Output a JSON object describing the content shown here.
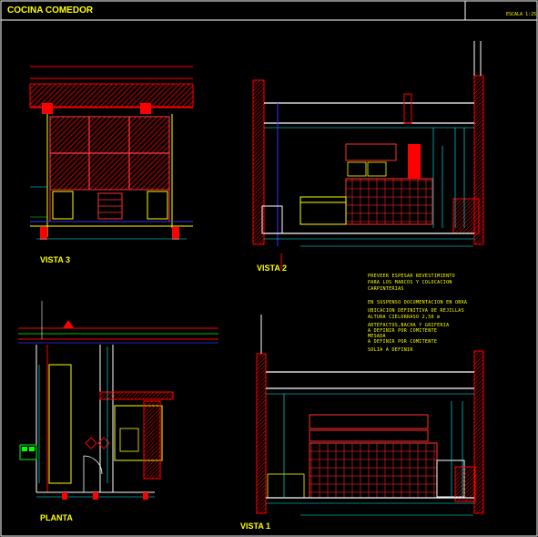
{
  "header": {
    "title": "COCINA COMEDOR",
    "scale": "ESCALA 1:25"
  },
  "views": {
    "vista3": "VISTA 3",
    "vista2": "VISTA 2",
    "planta": "PLANTA",
    "vista1": "VISTA 1"
  },
  "notes": [
    "PREVEER ESPESAR REVESTIMIENTO",
    "PARA LOS MARCOS Y COLOCACION",
    "CARPINTERIAS",
    "EN SUSPENSO DOCUMENTACION EN OBRA",
    "UBICACION DEFINITIVA DE REJILLAS",
    "ALTURA CIELORRASO 2,50 m",
    "ARTEFACTOS,BACHA Y GRIFERIA",
    "A DEFINIR POR COMITENTE",
    "MESADA",
    "A DEFINIR POR COMITENTE",
    "SOLIA A DEFINIR"
  ],
  "colors": {
    "background": "#000000",
    "frame": "#ffffff",
    "text": "#ffff00",
    "wall": "#ff0000",
    "dimension": "#00ffff",
    "level": "#00ff00",
    "furniture": "#ffff00",
    "blue": "#3333ff"
  }
}
